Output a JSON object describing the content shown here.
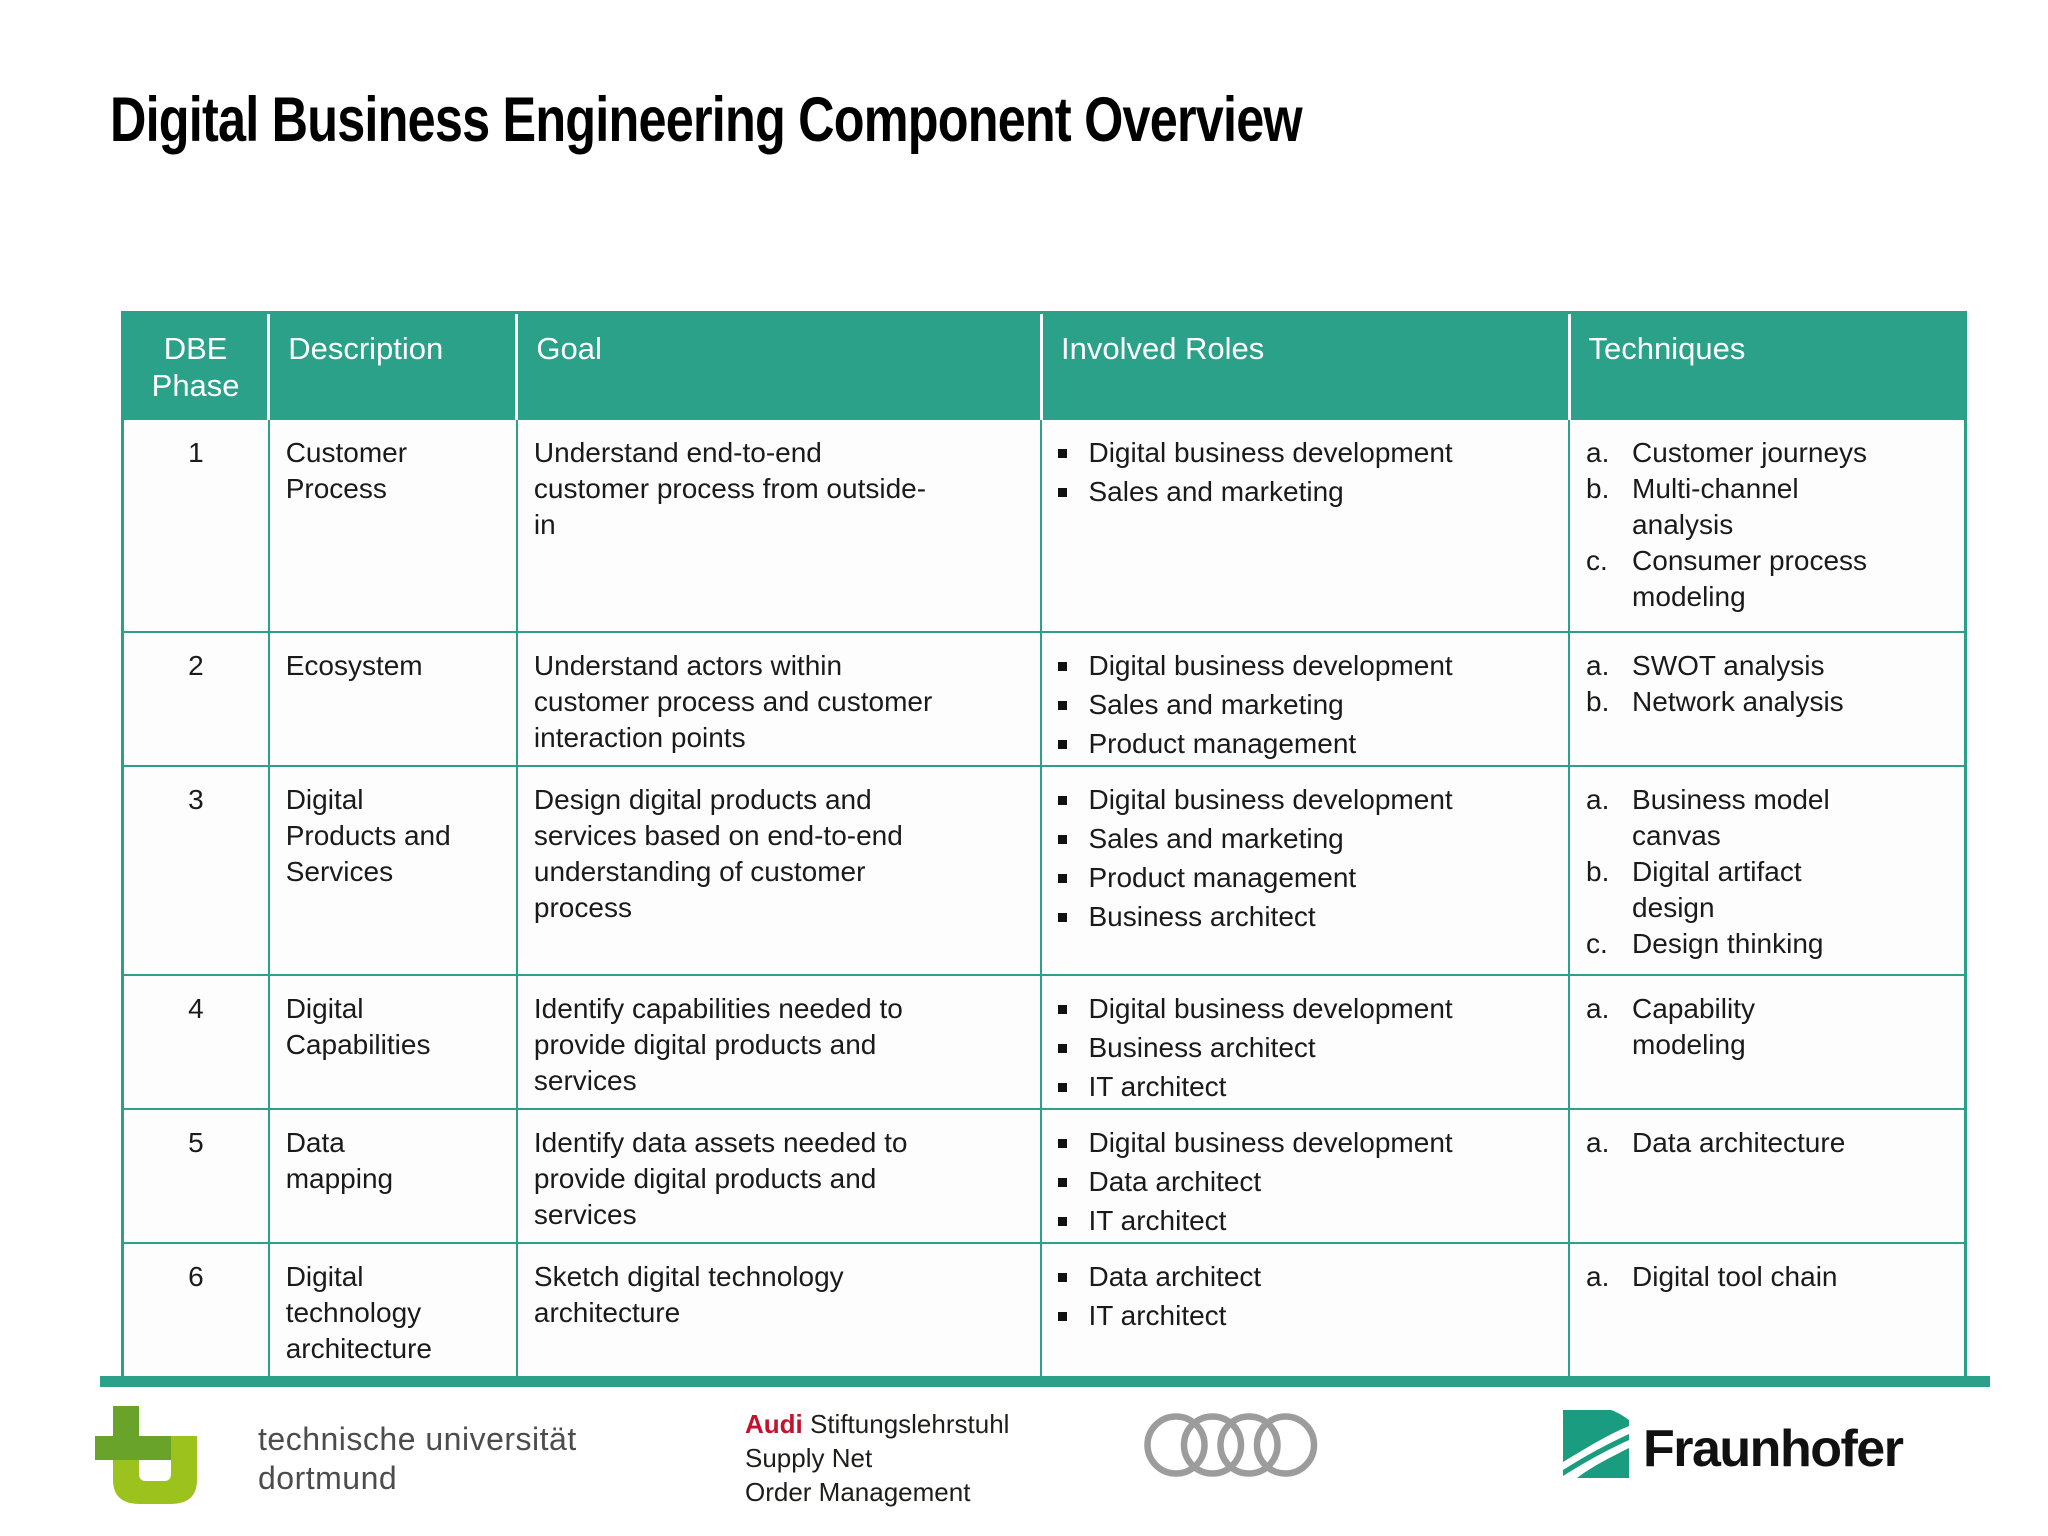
{
  "slide": {
    "title": "Digital Business Engineering Component Overview"
  },
  "table": {
    "columns": [
      "DBE\nPhase",
      "Description",
      "Goal",
      "Involved Roles",
      "Techniques"
    ],
    "rows": [
      {
        "phase": "1",
        "description": "Customer\nProcess",
        "goal": "Understand end-to-end\ncustomer process from outside-\nin",
        "roles": [
          "Digital business development",
          "Sales and marketing"
        ],
        "techniques": [
          {
            "label": "a.",
            "text": "Customer journeys"
          },
          {
            "label": "b.",
            "text": "Multi-channel\nanalysis"
          },
          {
            "label": "c.",
            "text": "Consumer process\nmodeling"
          }
        ]
      },
      {
        "phase": "2",
        "description": "Ecosystem",
        "goal": "Understand actors within\ncustomer process and customer\ninteraction points",
        "roles": [
          "Digital business development",
          "Sales and marketing",
          "Product management"
        ],
        "techniques": [
          {
            "label": "a.",
            "text": "SWOT analysis"
          },
          {
            "label": "b.",
            "text": "Network analysis"
          }
        ]
      },
      {
        "phase": "3",
        "description": "Digital\nProducts and\nServices",
        "goal": "Design digital products and\nservices based on end-to-end\nunderstanding of customer\nprocess",
        "roles": [
          "Digital business development",
          "Sales and marketing",
          "Product management",
          "Business architect"
        ],
        "techniques": [
          {
            "label": "a.",
            "text": "Business model\ncanvas"
          },
          {
            "label": "b.",
            "text": "Digital artifact\ndesign"
          },
          {
            "label": "c.",
            "text": "Design thinking"
          }
        ]
      },
      {
        "phase": "4",
        "description": "Digital\nCapabilities",
        "goal": "Identify capabilities needed to\nprovide digital products and\nservices",
        "roles": [
          "Digital business development",
          "Business architect",
          "IT architect"
        ],
        "techniques": [
          {
            "label": "a.",
            "text": "Capability\nmodeling"
          }
        ]
      },
      {
        "phase": "5",
        "description": "Data\nmapping",
        "goal": "Identify data assets needed to\nprovide digital products and\nservices",
        "roles": [
          "Digital business development",
          "Data architect",
          "IT architect"
        ],
        "techniques": [
          {
            "label": "a.",
            "text": "Data architecture"
          }
        ]
      },
      {
        "phase": "6",
        "description": "Digital\ntechnology\narchitecture",
        "goal": "Sketch digital technology\narchitecture",
        "roles": [
          "Data architect",
          "IT architect"
        ],
        "techniques": [
          {
            "label": "a.",
            "text": "Digital tool chain"
          }
        ]
      }
    ]
  },
  "footer": {
    "tu": {
      "line1": "technische universität",
      "line2": "dortmund"
    },
    "audi_chair": {
      "brand": "Audi",
      "title": " Stiftungslehrstuhl",
      "line2": "Supply Net",
      "line3": "Order Management"
    },
    "fraunhofer": {
      "label": "Fraunhofer"
    }
  },
  "colors": {
    "teal": "#2aa188",
    "audi_red": "#c2132e",
    "fraunhofer_green": "#1a9c80",
    "tu_green_dark": "#6aa32a",
    "tu_green_light": "#9cc21d",
    "ring_gray": "#9c9c9c",
    "footer_text_gray": "#4c4c4c"
  }
}
